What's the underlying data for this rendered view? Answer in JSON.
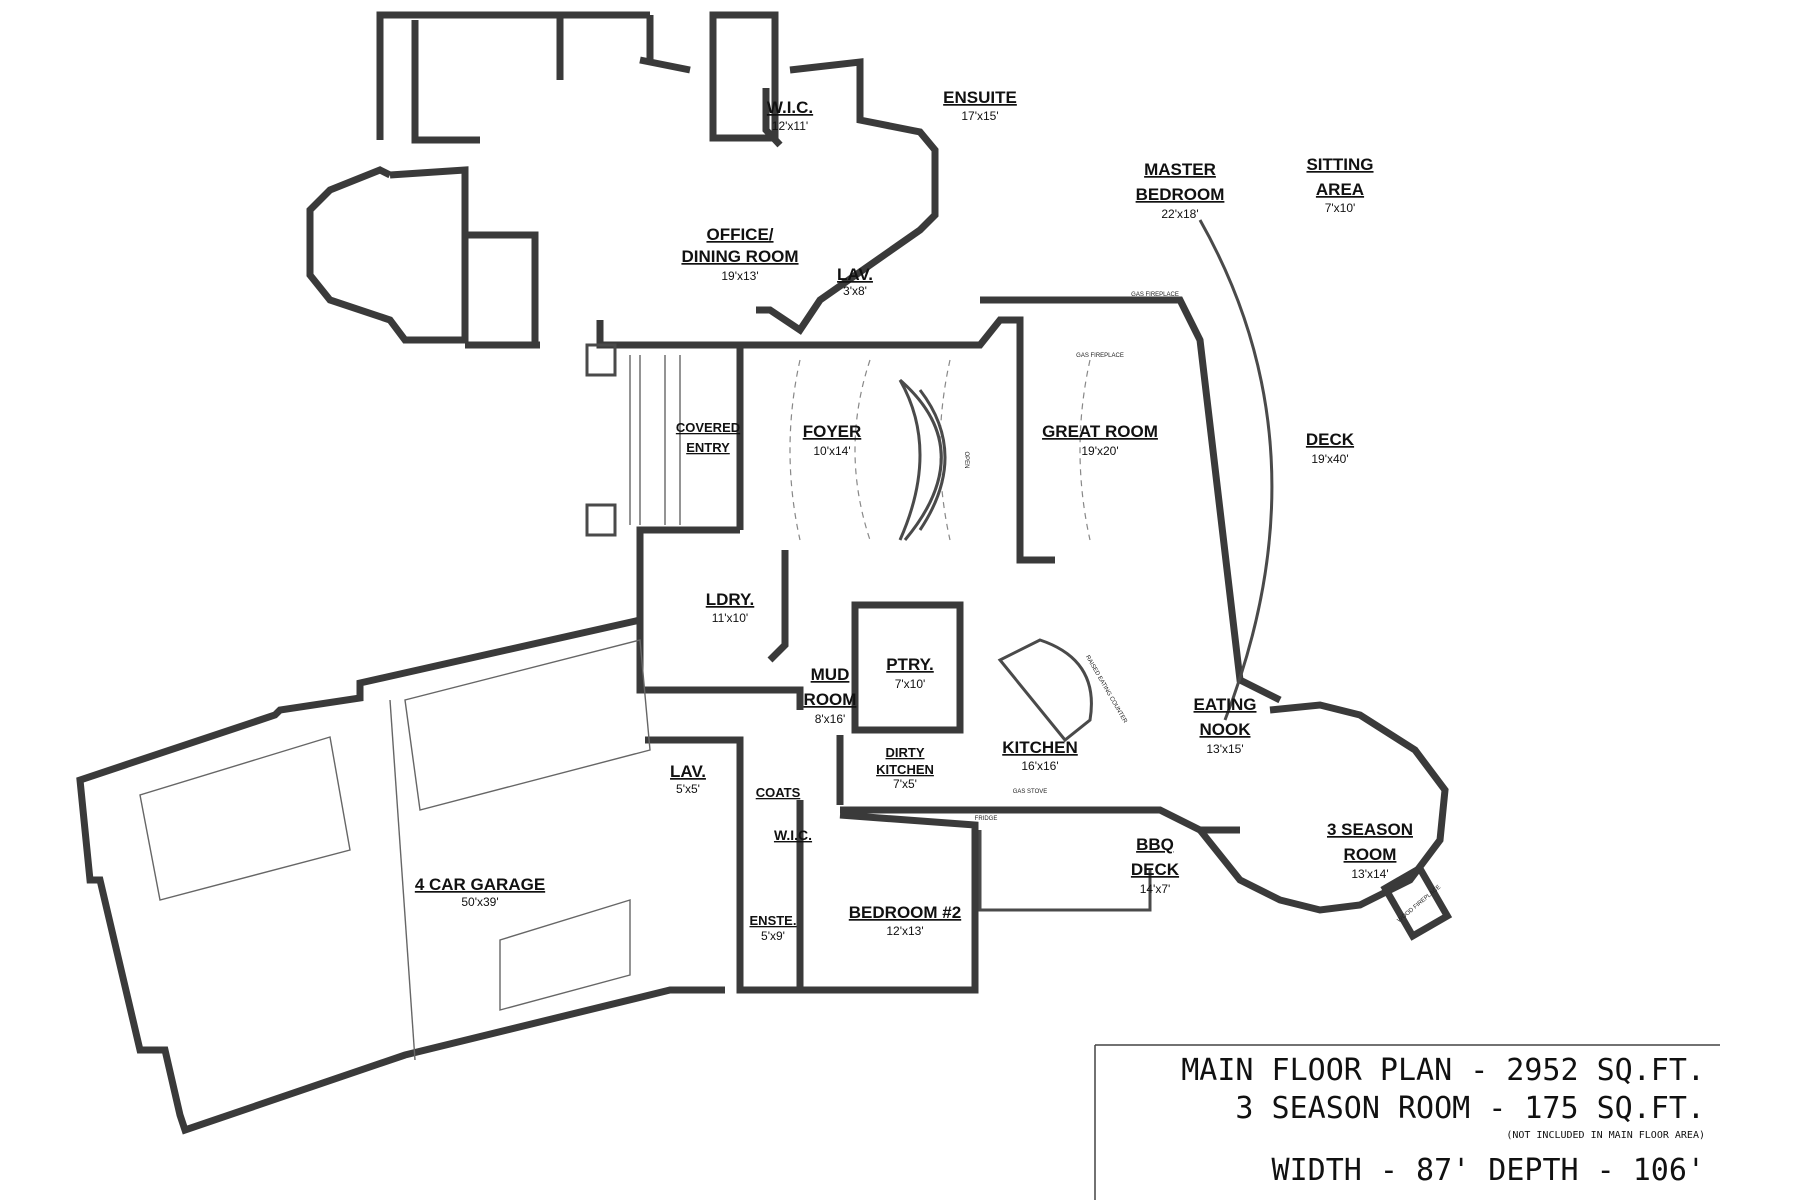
{
  "rooms": [
    {
      "id": "wic-master",
      "name": "W.I.C.",
      "dim": "12'x11'"
    },
    {
      "id": "ensuite",
      "name": "ENSUITE",
      "dim": "17'x15'"
    },
    {
      "id": "master-bedroom",
      "name_lines": [
        "MASTER",
        "BEDROOM"
      ],
      "dim": "22'x18'"
    },
    {
      "id": "sitting-area",
      "name_lines": [
        "SITTING",
        "AREA"
      ],
      "dim": "7'x10'"
    },
    {
      "id": "office-dining",
      "name_lines": [
        "OFFICE/",
        "DINING ROOM"
      ],
      "dim": "19'x13'"
    },
    {
      "id": "lav-upper",
      "name": "LAV.",
      "dim": "3'x8'"
    },
    {
      "id": "covered-entry",
      "name_lines": [
        "COVERED",
        "ENTRY"
      ]
    },
    {
      "id": "foyer",
      "name": "FOYER",
      "dim": "10'x14'"
    },
    {
      "id": "great-room",
      "name": "GREAT ROOM",
      "dim": "19'x20'"
    },
    {
      "id": "deck",
      "name": "DECK",
      "dim": "19'x40'"
    },
    {
      "id": "ldry",
      "name": "LDRY.",
      "dim": "11'x10'"
    },
    {
      "id": "mud-room",
      "name_lines": [
        "MUD",
        "ROOM"
      ],
      "dim": "8'x16'"
    },
    {
      "id": "ptry",
      "name": "PTRY.",
      "dim": "7'x10'"
    },
    {
      "id": "dirty-kitchen",
      "name_lines": [
        "DIRTY",
        "KITCHEN"
      ],
      "dim": "7'x5'"
    },
    {
      "id": "kitchen",
      "name": "KITCHEN",
      "dim": "16'x16'"
    },
    {
      "id": "eating-nook",
      "name_lines": [
        "EATING",
        "NOOK"
      ],
      "dim": "13'x15'"
    },
    {
      "id": "lav-lower",
      "name": "LAV.",
      "dim": "5'x5'"
    },
    {
      "id": "coats",
      "name": "COATS"
    },
    {
      "id": "wic-bedroom",
      "name": "W.I.C."
    },
    {
      "id": "ensuite-bedroom",
      "name": "ENSTE.",
      "dim": "5'x9'"
    },
    {
      "id": "bedroom-2",
      "name": "BEDROOM #2",
      "dim": "12'x13'"
    },
    {
      "id": "bbq-deck",
      "name_lines": [
        "BBQ",
        "DECK"
      ],
      "dim": "14'x7'"
    },
    {
      "id": "three-season-room",
      "name_lines": [
        "3 SEASON",
        "ROOM"
      ],
      "dim": "13'x14'"
    },
    {
      "id": "garage",
      "name": "4 CAR GARAGE",
      "dim": "50'x39'"
    }
  ],
  "notes": {
    "gas_fireplace": "GAS FIREPLACE",
    "open": "OPEN",
    "raised_eating_counter": "RAISED EATING COUNTER",
    "gas_stove": "GAS STOVE",
    "fridge": "FRIDGE",
    "wood_fireplace": "WOOD FIREPLACE"
  },
  "title_block": {
    "line1": "MAIN FLOOR PLAN - 2952 SQ.FT.",
    "line2": "3 SEASON ROOM - 175 SQ.FT.",
    "line3": "(NOT INCLUDED IN MAIN FLOOR AREA)",
    "line4": "WIDTH - 87' DEPTH - 106'"
  }
}
